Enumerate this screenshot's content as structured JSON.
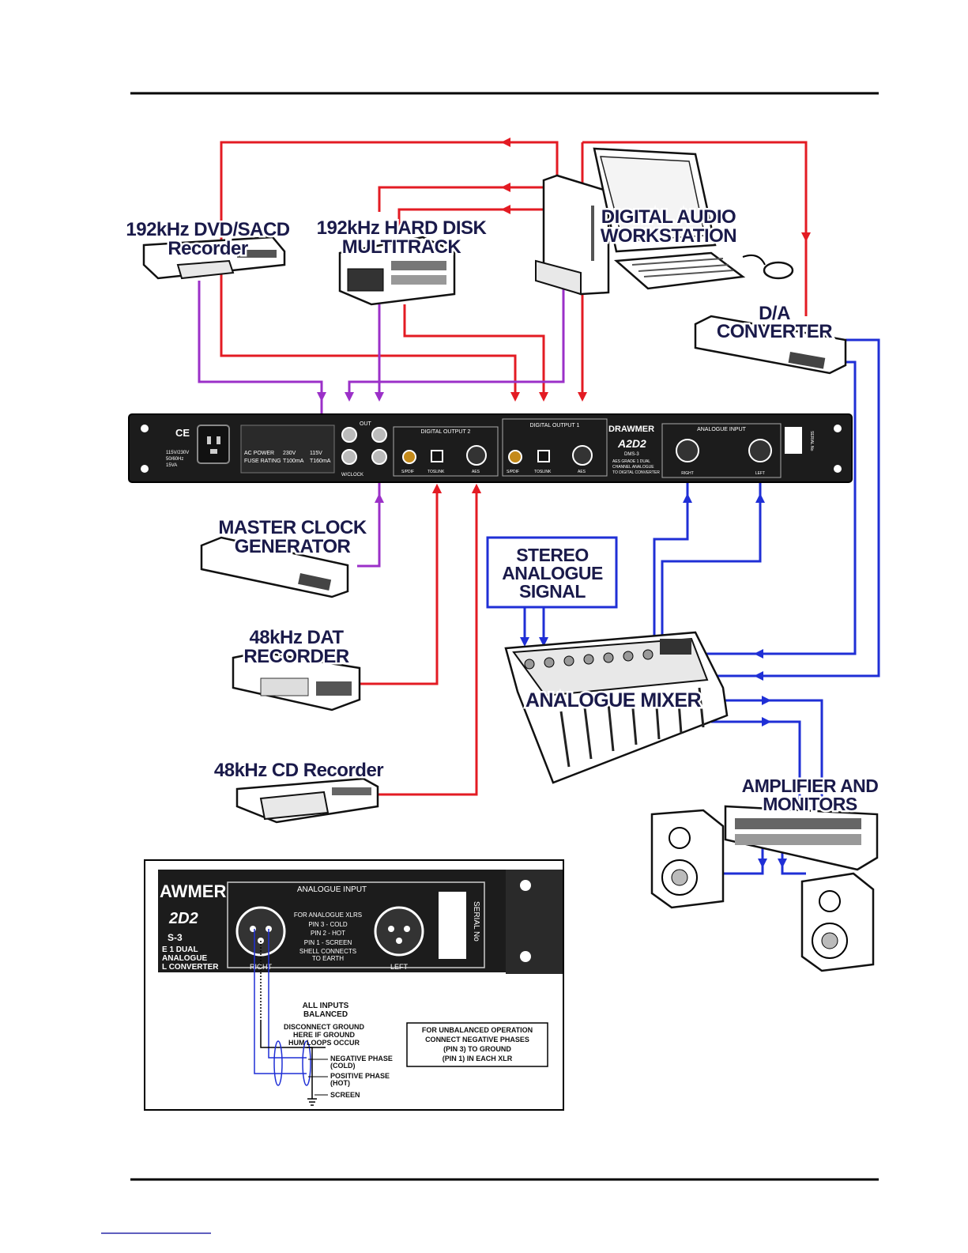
{
  "devices": {
    "dvd_recorder": [
      "192kHz DVD/SACD",
      "Recorder"
    ],
    "hard_disk": [
      "192kHz HARD DISK",
      "MULTITRACK"
    ],
    "workstation": [
      "DIGITAL AUDIO",
      "WORKSTATION"
    ],
    "da_converter": [
      "D/A",
      "CONVERTER"
    ],
    "master_clock": [
      "MASTER CLOCK",
      "GENERATOR"
    ],
    "stereo_signal": [
      "STEREO",
      "ANALOGUE",
      "SIGNAL"
    ],
    "dat_recorder": [
      "48kHz DAT",
      "RECORDER"
    ],
    "mixer": "ANALOGUE MIXER",
    "cd_recorder": "48kHz CD Recorder",
    "amplifier": [
      "AMPLIFIER AND",
      "MONITORS"
    ]
  },
  "rear_panel": {
    "brand": "DRAWMER",
    "model": "A2D2",
    "model_code": "DMS-3",
    "model_desc": [
      "AES GRADE 1 DUAL",
      "CHANNEL ANALOGUE",
      "TO DIGITAL CONVERTER"
    ],
    "digital_output_2": "DIGITAL OUTPUT 2",
    "digital_output_1": "DIGITAL OUTPUT 1",
    "analogue_input": "ANALOGUE INPUT",
    "out": "OUT",
    "wclock": "W/CLOCK",
    "spdif": "S/PDIF",
    "toslink": "TOSLINK",
    "aes": "AES",
    "right": "RIGHT",
    "left": "LEFT",
    "ce": "CE",
    "voltage": [
      "115V/230V",
      "50/60Hz",
      "15VA"
    ],
    "ac_power": "AC POWER",
    "v230": "230V",
    "v115": "115V",
    "fuse_rating": "FUSE RATING",
    "f230": "T100mA",
    "f115": "T160mA",
    "serial_no": "SERIAL No"
  },
  "inset": {
    "brand_partial": "AWMER",
    "model_partial": "2D2",
    "model_code_partial": "S-3",
    "desc_partial": [
      "E 1 DUAL",
      "ANALOGUE",
      "L CONVERTER"
    ],
    "analogue_input": "ANALOGUE INPUT",
    "pin_info": [
      "FOR ANALOGUE XLRS",
      "PIN 3 - COLD",
      "PIN 2 - HOT",
      "PIN 1 - SCREEN",
      "SHELL CONNECTS",
      "TO EARTH"
    ],
    "right": "RIGHT",
    "left": "LEFT",
    "serial_no": "SERIAL No",
    "all_inputs": [
      "ALL INPUTS",
      "BALANCED"
    ],
    "disconnect": [
      "DISCONNECT GROUND",
      "HERE IF GROUND",
      "HUM LOOPS OCCUR"
    ],
    "negative_phase": [
      "NEGATIVE PHASE",
      "(COLD)"
    ],
    "positive_phase": [
      "POSITIVE PHASE",
      "(HOT)"
    ],
    "screen": "SCREEN",
    "unbalanced": [
      "FOR UNBALANCED OPERATION",
      "CONNECT NEGATIVE PHASES",
      "(PIN 3) TO GROUND",
      "(PIN 1) IN EACH XLR"
    ]
  },
  "colors": {
    "digital": "#e31b23",
    "clock": "#9b30c8",
    "analogue": "#1f2fd6"
  }
}
